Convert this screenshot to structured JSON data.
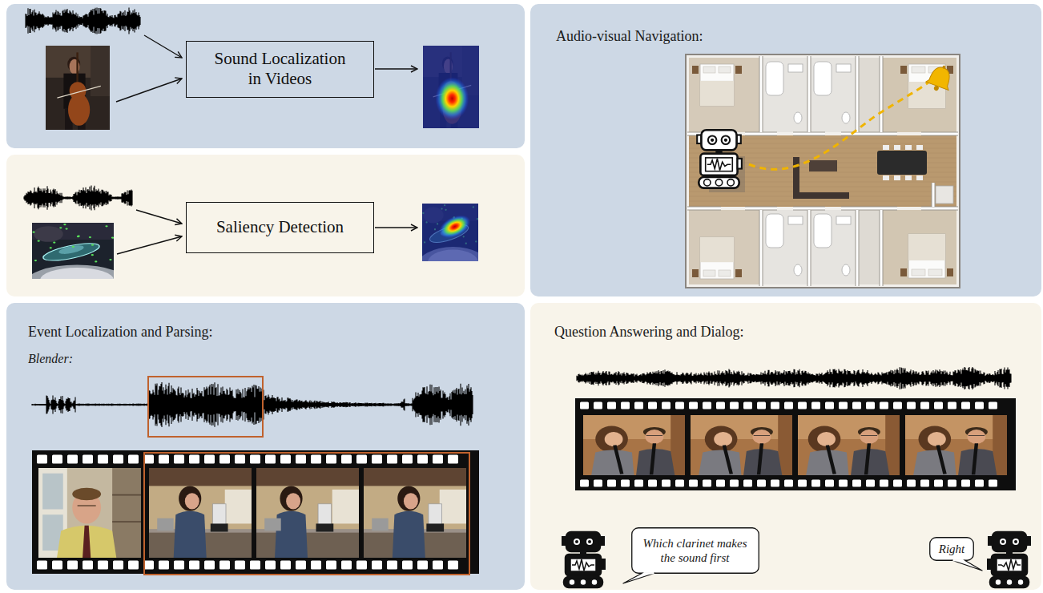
{
  "diagram": {
    "nodes": [
      {
        "text": [
          "Sound Localization in Videos"
        ]
      },
      {
        "text": [
          "Saliency Detection"
        ]
      },
      {
        "text": [
          "Audio-visual Navigation:"
        ]
      },
      {
        "text": [
          "Event Localization and Parsing:",
          "Blender:"
        ]
      },
      {
        "text": [
          "Question Answering and Dialog:"
        ]
      },
      {
        "text": [
          "Which clarinet makes the sound first"
        ],
        "in": 4
      },
      {
        "text": [
          "Right"
        ],
        "in": 4
      }
    ]
  }
}
